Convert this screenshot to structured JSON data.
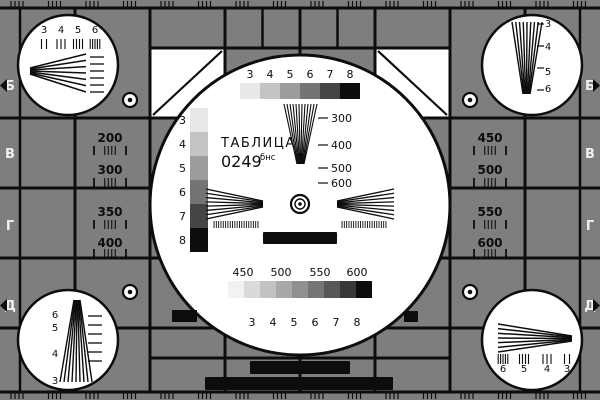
{
  "colors": {
    "background": "#7e7e7e",
    "line": "#0d0d0d",
    "white": "#ffffff",
    "letter": "#f0f0f0"
  },
  "grays6": [
    "#e8e8e8",
    "#c4c4c4",
    "#9c9c9c",
    "#737373",
    "#454545",
    "#0d0d0d"
  ],
  "grays9": [
    "#f2f2f2",
    "#dadada",
    "#c2c2c2",
    "#a9a9a9",
    "#909090",
    "#757575",
    "#585858",
    "#383838",
    "#0d0d0d"
  ],
  "center_circle": {
    "title": "ТАБЛИЦА",
    "code": "0249",
    "code_sup": "бнс",
    "top_scale": [
      "3",
      "4",
      "5",
      "6",
      "7",
      "8"
    ],
    "bottom_scale": [
      "3",
      "4",
      "5",
      "6",
      "7",
      "8"
    ],
    "wedge_labels": [
      "300",
      "400",
      "500",
      "600"
    ],
    "bottom_bar_labels": [
      "450",
      "500",
      "550",
      "600"
    ],
    "left_scale": [
      "3",
      "4",
      "5",
      "6",
      "7",
      "8"
    ]
  },
  "side_panels": {
    "left": [
      "200",
      "300",
      "350",
      "400"
    ],
    "right": [
      "450",
      "500",
      "550",
      "600"
    ]
  },
  "row_letters": {
    "left": [
      "Б",
      "В",
      "Г",
      "Д"
    ],
    "right": [
      "Б",
      "В",
      "Г",
      "Д"
    ]
  },
  "corner_circles": {
    "top_left": [
      "3",
      "4",
      "5",
      "6"
    ],
    "top_right": [
      "3",
      "4",
      "5",
      "6"
    ],
    "bottom_left": [
      "6",
      "5",
      "4",
      "3"
    ],
    "bottom_right": [
      "6",
      "5",
      "4",
      "3"
    ]
  }
}
